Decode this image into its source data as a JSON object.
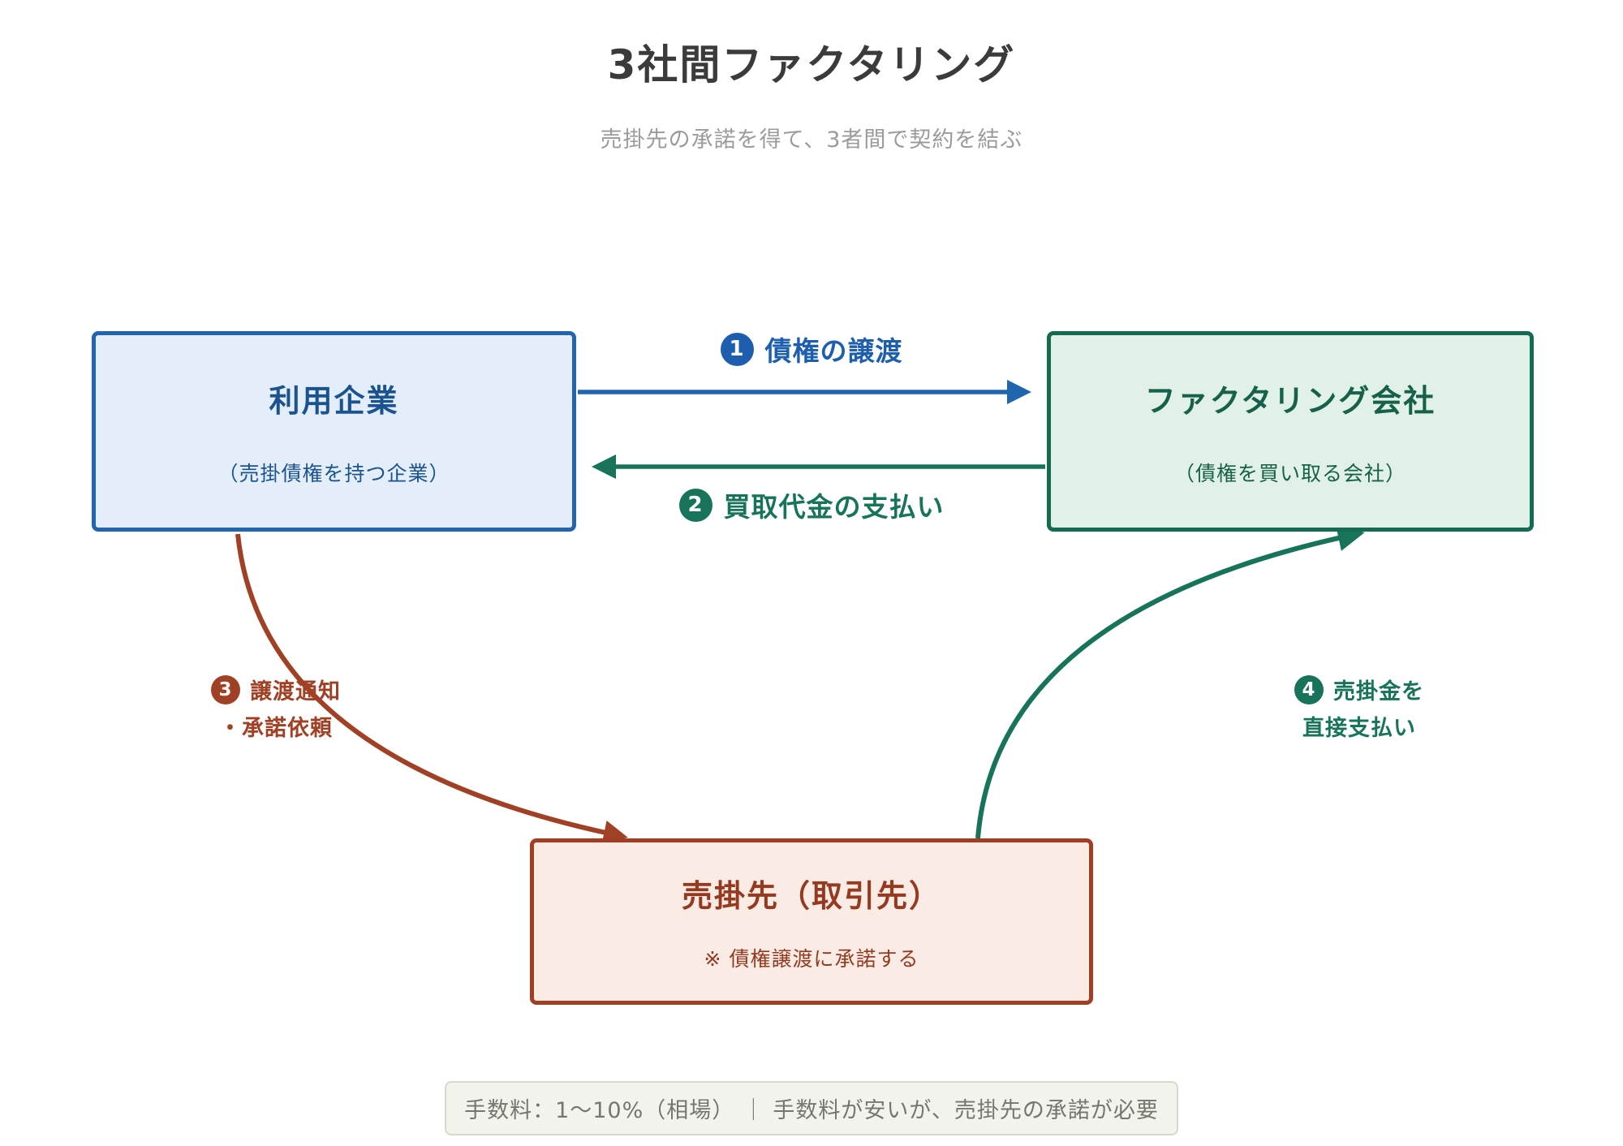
{
  "header": {
    "title": "3社間ファクタリング",
    "subtitle": "売掛先の承諾を得て、3者間で契約を結ぶ"
  },
  "entities": {
    "user": {
      "name": "利用企業",
      "description": "（売掛債権を持つ企業）"
    },
    "factoring": {
      "name": "ファクタリング会社",
      "description": "（債権を買い取る会社）"
    },
    "debtor": {
      "name": "売掛先（取引先）",
      "description": "※ 債権譲渡に承諾する"
    }
  },
  "flows": {
    "step1": {
      "number": "1",
      "label": "債権の譲渡"
    },
    "step2": {
      "number": "2",
      "label": "買取代金の支払い"
    },
    "step3": {
      "number": "3",
      "label_line1": "譲渡通知",
      "label_line2": "・承諾依頼"
    },
    "step4": {
      "number": "4",
      "label_line1": "売掛金を",
      "label_line2": "直接支払い"
    }
  },
  "footer": {
    "note": "手数料：1〜10%（相場） ｜ 手数料が安いが、売掛先の承諾が必要"
  },
  "colors": {
    "user_border": "#2065ad",
    "user_fill": "#e4eefa",
    "user_text": "#1b5391",
    "factoring_border": "#156b52",
    "factoring_fill": "#e1f1e8",
    "factoring_text": "#156149",
    "debtor_border": "#a03d22",
    "debtor_fill": "#faece5",
    "debtor_text": "#953a20",
    "arrow_blue": "#2065ad",
    "arrow_green": "#17735a",
    "arrow_red": "#a04024",
    "title_text": "#3b3b3b",
    "subtitle_text": "#9b9b9b",
    "note_text": "#76766e",
    "note_fill": "#f3f3ee"
  }
}
